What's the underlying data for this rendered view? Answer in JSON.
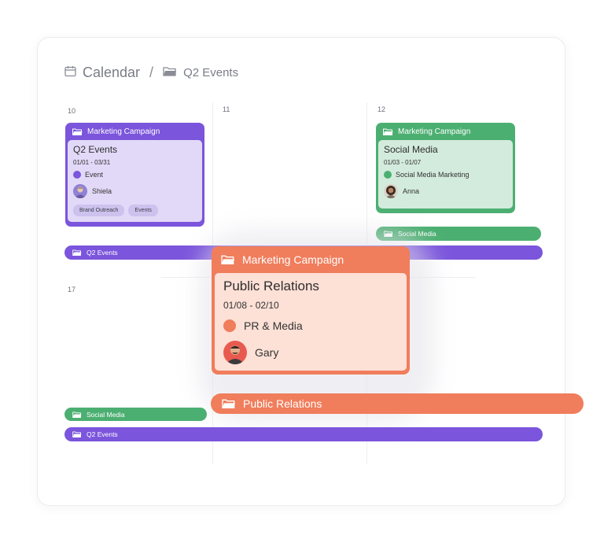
{
  "breadcrumb": {
    "root": "Calendar",
    "separator": "/",
    "current": "Q2 Events"
  },
  "days": [
    "10",
    "11",
    "12",
    "17"
  ],
  "cards": {
    "q2": {
      "header": "Marketing Campaign",
      "title": "Q2 Events",
      "dates": "01/01 - 03/31",
      "tag": "Event",
      "person": "Shiela",
      "chips": [
        "Brand Outreach",
        "Events"
      ],
      "color": "#7b55dc",
      "body_color": "#e2d9f8"
    },
    "social": {
      "header": "Marketing Campaign",
      "title": "Social Media",
      "dates": "01/03 - 01/07",
      "tag": "Social Media Marketing",
      "person": "Anna",
      "color": "#4caf72",
      "body_color": "#d3ebdc"
    },
    "pr": {
      "header": "Marketing Campaign",
      "title": "Public Relations",
      "dates": "01/08 - 02/10",
      "tag": "PR & Media",
      "person": "Gary",
      "color": "#f07d5c",
      "body_color": "#fde0d6"
    }
  },
  "bars": {
    "social_top": "Social Media",
    "q2_top": "Q2 Events",
    "pr_bottom": "Public Relations",
    "social_bottom": "Social Media",
    "q2_bottom": "Q2 Events"
  },
  "colors": {
    "purple": "#7b55dc",
    "green": "#4caf72",
    "orange": "#f07d5c"
  }
}
